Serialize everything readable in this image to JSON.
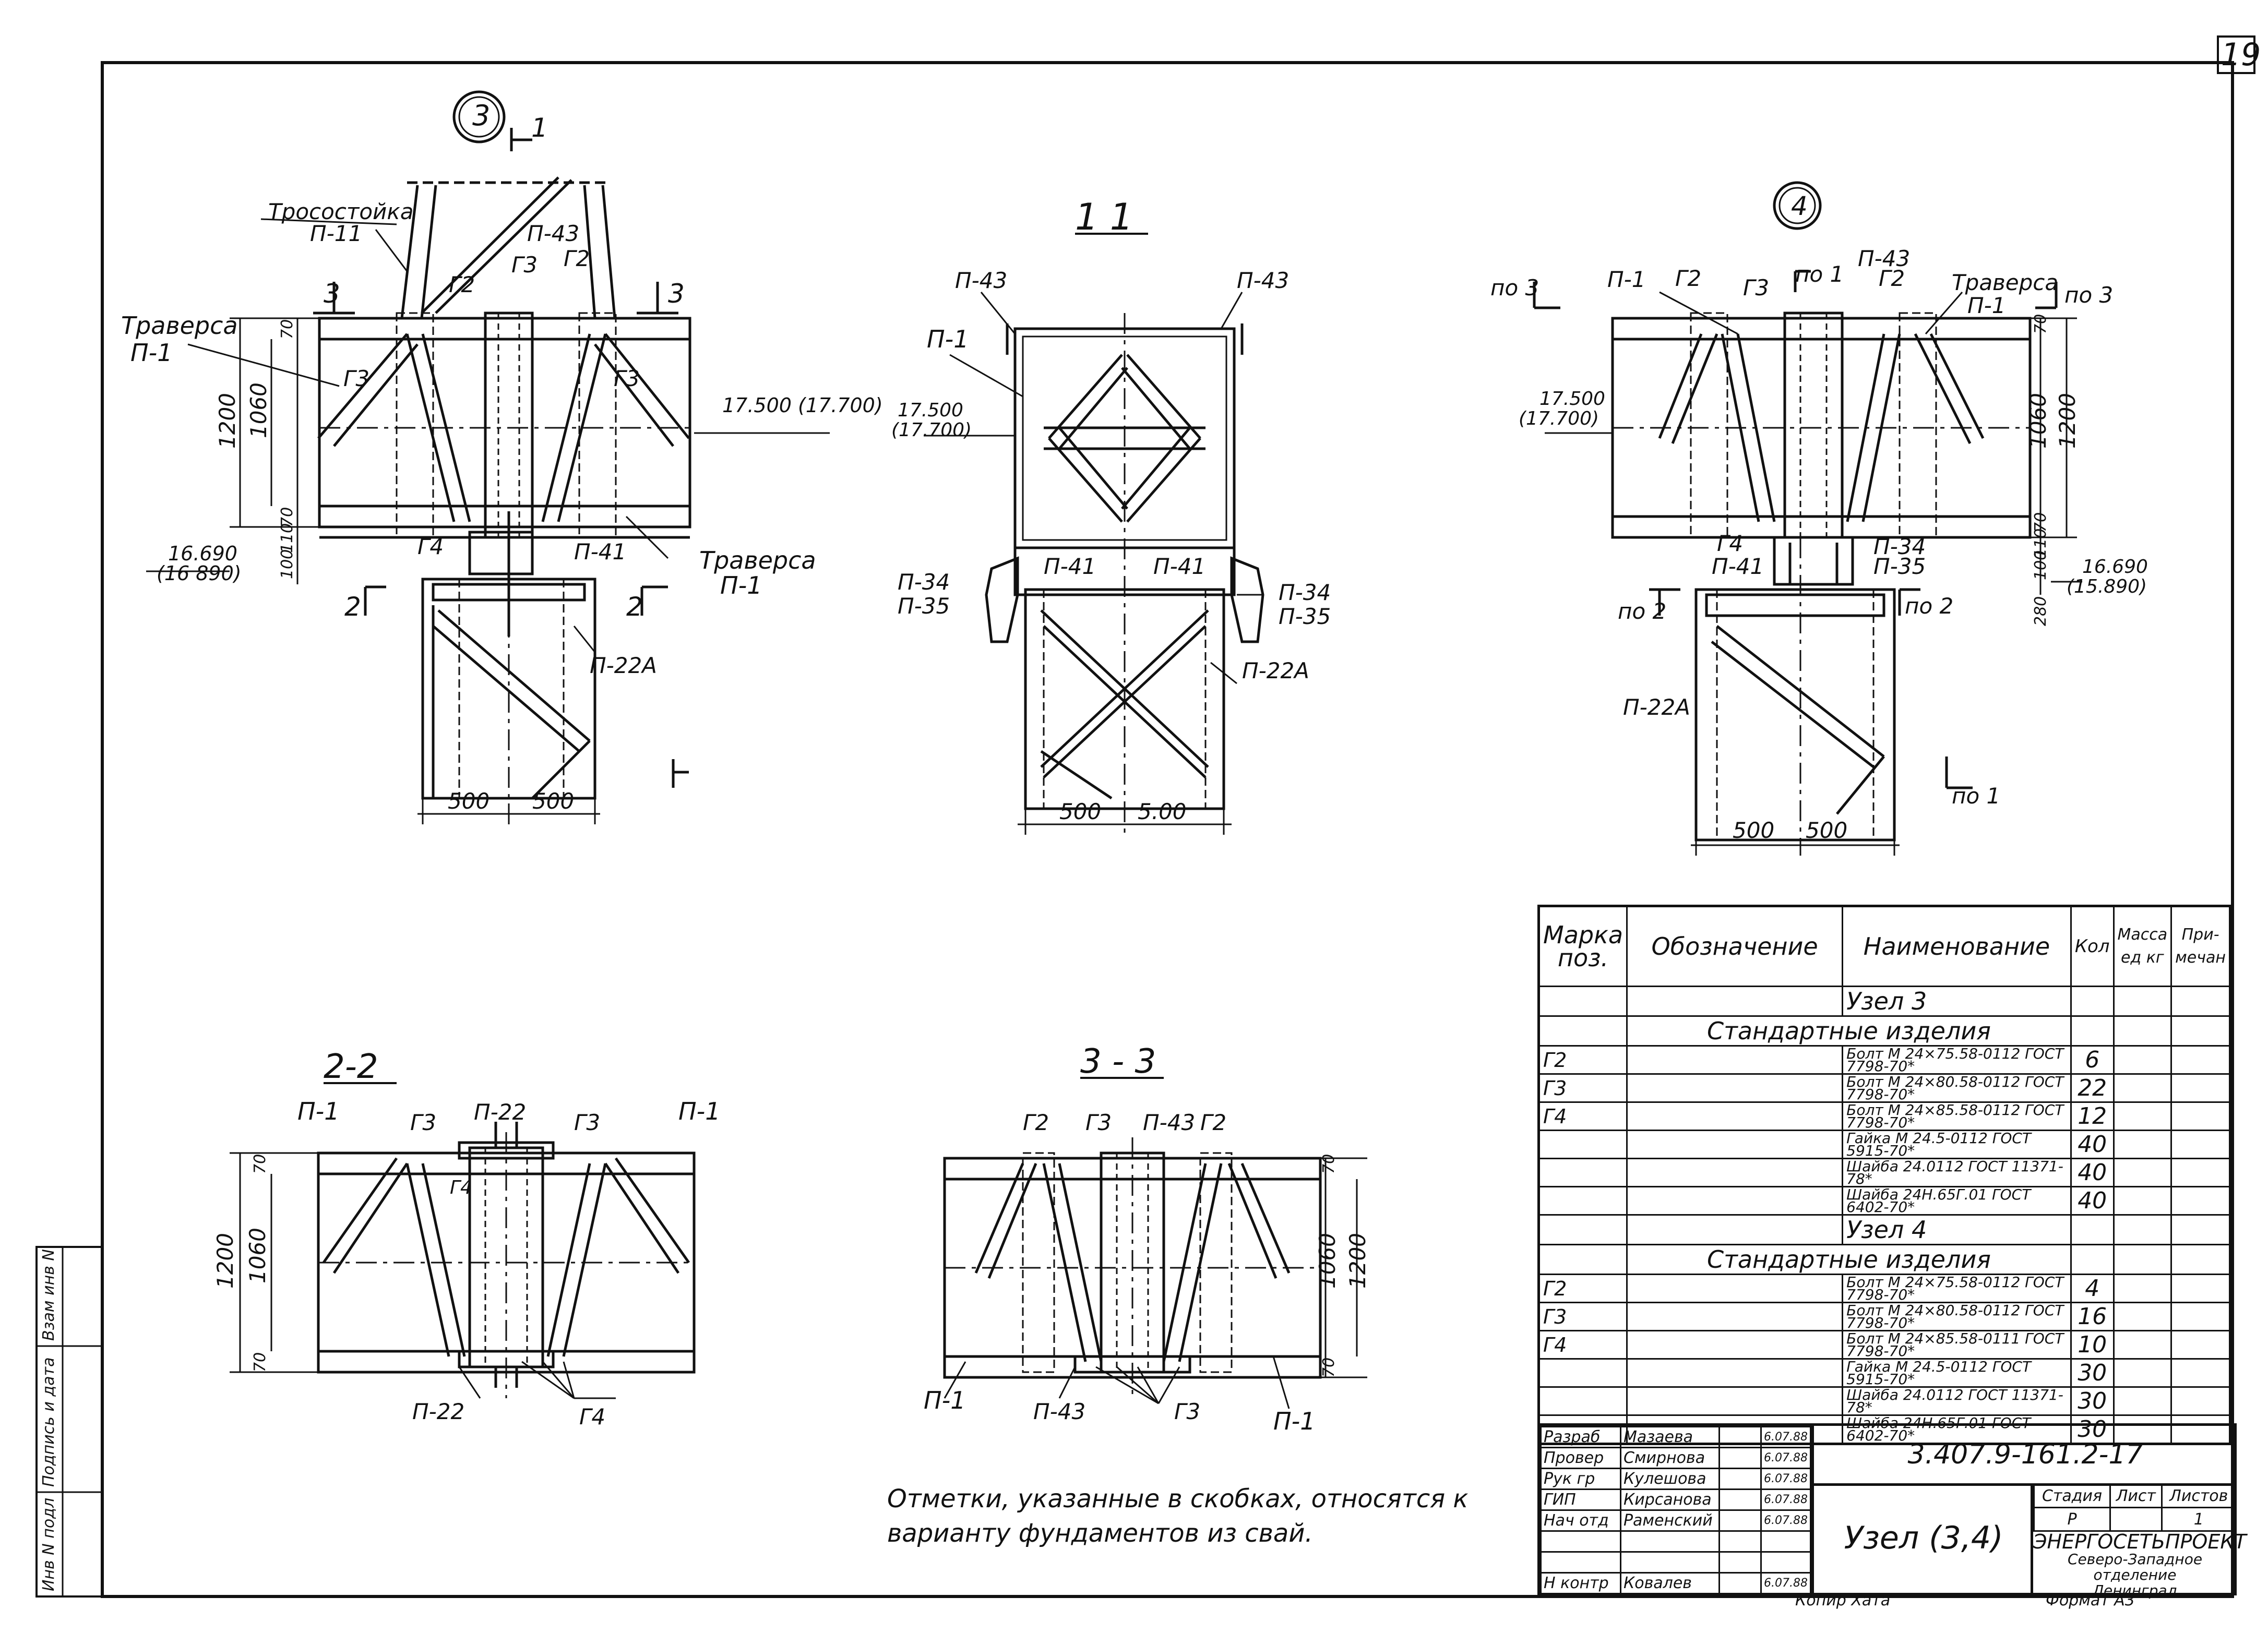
{
  "sheet_number": "19",
  "node3": {
    "circle_label": "3",
    "cut_mark": "1",
    "trosastoika": "Тросостойка",
    "trosastoika_mark": "П-11",
    "traversa": "Траверса",
    "traversa_mark": "П-1",
    "cut3_left": "3",
    "cut3_right": "3",
    "g2_a": "Г2",
    "g2_b": "Г2",
    "g3_top": "Г3",
    "g3_left": "Г3",
    "g3_right": "Г3",
    "p43": "П-43",
    "dim_1200": "1200",
    "dim_1060": "1060",
    "dim_70a": "70",
    "dim_70b": "70",
    "dim_110": "110",
    "dim_100": "100",
    "level_top": "17.500 (17.700)",
    "level_bottom": "16.690",
    "level_bottom_alt": "(16 890)",
    "g4": "Г4",
    "p41": "П-41",
    "traversa_bottom": "Траверса",
    "traversa_bottom_mark": "П-1",
    "cut2_left": "2",
    "cut2_right": "2",
    "p22a": "П-22А",
    "dim_500a": "500",
    "dim_500b": "500"
  },
  "section11": {
    "title": "1  1",
    "p43_left": "П-43",
    "p43_right": "П-43",
    "p1": "П-1",
    "level": "17.500",
    "level_alt": "(17.700)",
    "p34_left": "П-34",
    "p35_left": "П-35",
    "p41_left": "П-41",
    "p41_right": "П-41",
    "p34_right": "П-34",
    "p35_right": "П-35",
    "p22a": "П-22А",
    "dim_500a": "500",
    "dim_500b": "5.00"
  },
  "node4": {
    "circle_label": "4",
    "po3_left": "по 3",
    "po3_right": "по 3",
    "p1_left": "П-1",
    "g2_left": "Г2",
    "g3": "Г3",
    "po1_top": "по 1",
    "p43": "П-43",
    "g2_right": "Г2",
    "traversa": "Траверса",
    "traversa_mark": "П-1",
    "level_top": "17.500",
    "level_top_alt": "(17.700)",
    "dim_70a": "70",
    "dim_1060": "1060",
    "dim_1200": "1200",
    "dim_70b": "70",
    "dim_110a": "110",
    "dim_100": "100",
    "dim_280": "280",
    "g4": "Г4",
    "p41": "П-41",
    "p34": "П-34",
    "p35": "П-35",
    "level_bottom": "16.690",
    "level_bottom_alt": "(15.890)",
    "po2_left": "по 2",
    "po2_right": "по 2",
    "p22a": "П-22А",
    "po1_bottom": "по 1",
    "dim_500a": "500",
    "dim_500b": "500"
  },
  "section22": {
    "title": "2-2",
    "p22_top": "П-22",
    "p1_left": "П-1",
    "p1_right": "П-1",
    "g3_left": "Г3",
    "g3_right": "Г3",
    "g4_mid": "Г4",
    "dim_1200": "1200",
    "dim_1060": "1060",
    "dim_70a": "70",
    "dim_70b": "70",
    "p22_bottom": "П-22",
    "g4_bottom": "Г4"
  },
  "section33": {
    "title": "3 - 3",
    "g2_left": "Г2",
    "g3": "Г3",
    "p43": "П-43",
    "g2_right": "Г2",
    "dim_70a": "70",
    "dim_1060": "1060",
    "dim_1200": "1200",
    "dim_70b": "70",
    "p1_left": "П-1",
    "p43_bottom": "П-43",
    "g3_bottom": "Г3",
    "p1_right": "П-1"
  },
  "spec_table": {
    "headers": {
      "mark": "Марка поз.",
      "designation": "Обозначение",
      "name": "Наименование",
      "qty": "Кол",
      "mass": "Масса ед кг",
      "note": "При-мечан"
    },
    "group1_title": "Узел 3",
    "group1_sub": "Стандартные   изделия",
    "group1_rows": [
      {
        "mark": "Г2",
        "name": "Болт М 24×75.58-0112 ГОСТ 7798-70*",
        "qty": "6"
      },
      {
        "mark": "Г3",
        "name": "Болт М 24×80.58-0112 ГОСТ 7798-70*",
        "qty": "22"
      },
      {
        "mark": "Г4",
        "name": "Болт М 24×85.58-0112 ГОСТ 7798-70*",
        "qty": "12"
      },
      {
        "mark": "",
        "name": "Гайка М 24.5-0112 ГОСТ 5915-70*",
        "qty": "40"
      },
      {
        "mark": "",
        "name": "Шайба 24.0112 ГОСТ 11371-78*",
        "qty": "40"
      },
      {
        "mark": "",
        "name": "Шайба 24Н.65Г.01 ГОСТ 6402-70*",
        "qty": "40"
      }
    ],
    "group2_title": "Узел 4",
    "group2_sub": "Стандартные   изделия",
    "group2_rows": [
      {
        "mark": "Г2",
        "name": "Болт М 24×75.58-0112 ГОСТ 7798-70*",
        "qty": "4"
      },
      {
        "mark": "Г3",
        "name": "Болт М 24×80.58-0112 ГОСТ 7798-70*",
        "qty": "16"
      },
      {
        "mark": "Г4",
        "name": "Болт М 24×85.58-0111 ГОСТ 7798-70*",
        "qty": "10"
      },
      {
        "mark": "",
        "name": "Гайка М 24.5-0112 ГОСТ 5915-70*",
        "qty": "30"
      },
      {
        "mark": "",
        "name": "Шайба 24.0112 ГОСТ 11371-78*",
        "qty": "30"
      },
      {
        "mark": "",
        "name": "Шайба 24Н.65Г.01 ГОСТ 6402-70*",
        "qty": "30"
      }
    ]
  },
  "title_block": {
    "signatures": [
      {
        "role": "Разраб",
        "name": "Мазаева",
        "date": "6.07.88"
      },
      {
        "role": "Провер",
        "name": "Смирнова",
        "date": "6.07.88"
      },
      {
        "role": "Рук гр",
        "name": "Кулешова",
        "date": "6.07.88"
      },
      {
        "role": "ГИП",
        "name": "Кирсанова",
        "date": "6.07.88"
      },
      {
        "role": "Нач отд",
        "name": "Раменский",
        "date": "6.07.88"
      },
      {
        "role": "",
        "name": "",
        "date": ""
      },
      {
        "role": "",
        "name": "",
        "date": ""
      },
      {
        "role": "Н контр",
        "name": "Ковалев",
        "date": "6.07.88"
      }
    ],
    "code": "3.407.9-161.2-17",
    "title": "Узел (3,4)",
    "stage_label": "Стадия",
    "sheet_label": "Лист",
    "sheets_label": "Листов",
    "stage": "Р",
    "sheet": "",
    "sheets": "1",
    "org_name": "ЭНЕРГОСЕТЬПРОЕКТ",
    "org_branch": "Северо-Западное отделение",
    "org_city": "Ленинград"
  },
  "note_text": "Отметки, указанные в скобках, относятся к варианту фундаментов из свай.",
  "footer": {
    "copied": "Копир Хата",
    "format": "Формат А3"
  },
  "side_stamp": {
    "cells": [
      "Инв N подл",
      "Подпись и дата",
      "Взам инв N"
    ]
  }
}
